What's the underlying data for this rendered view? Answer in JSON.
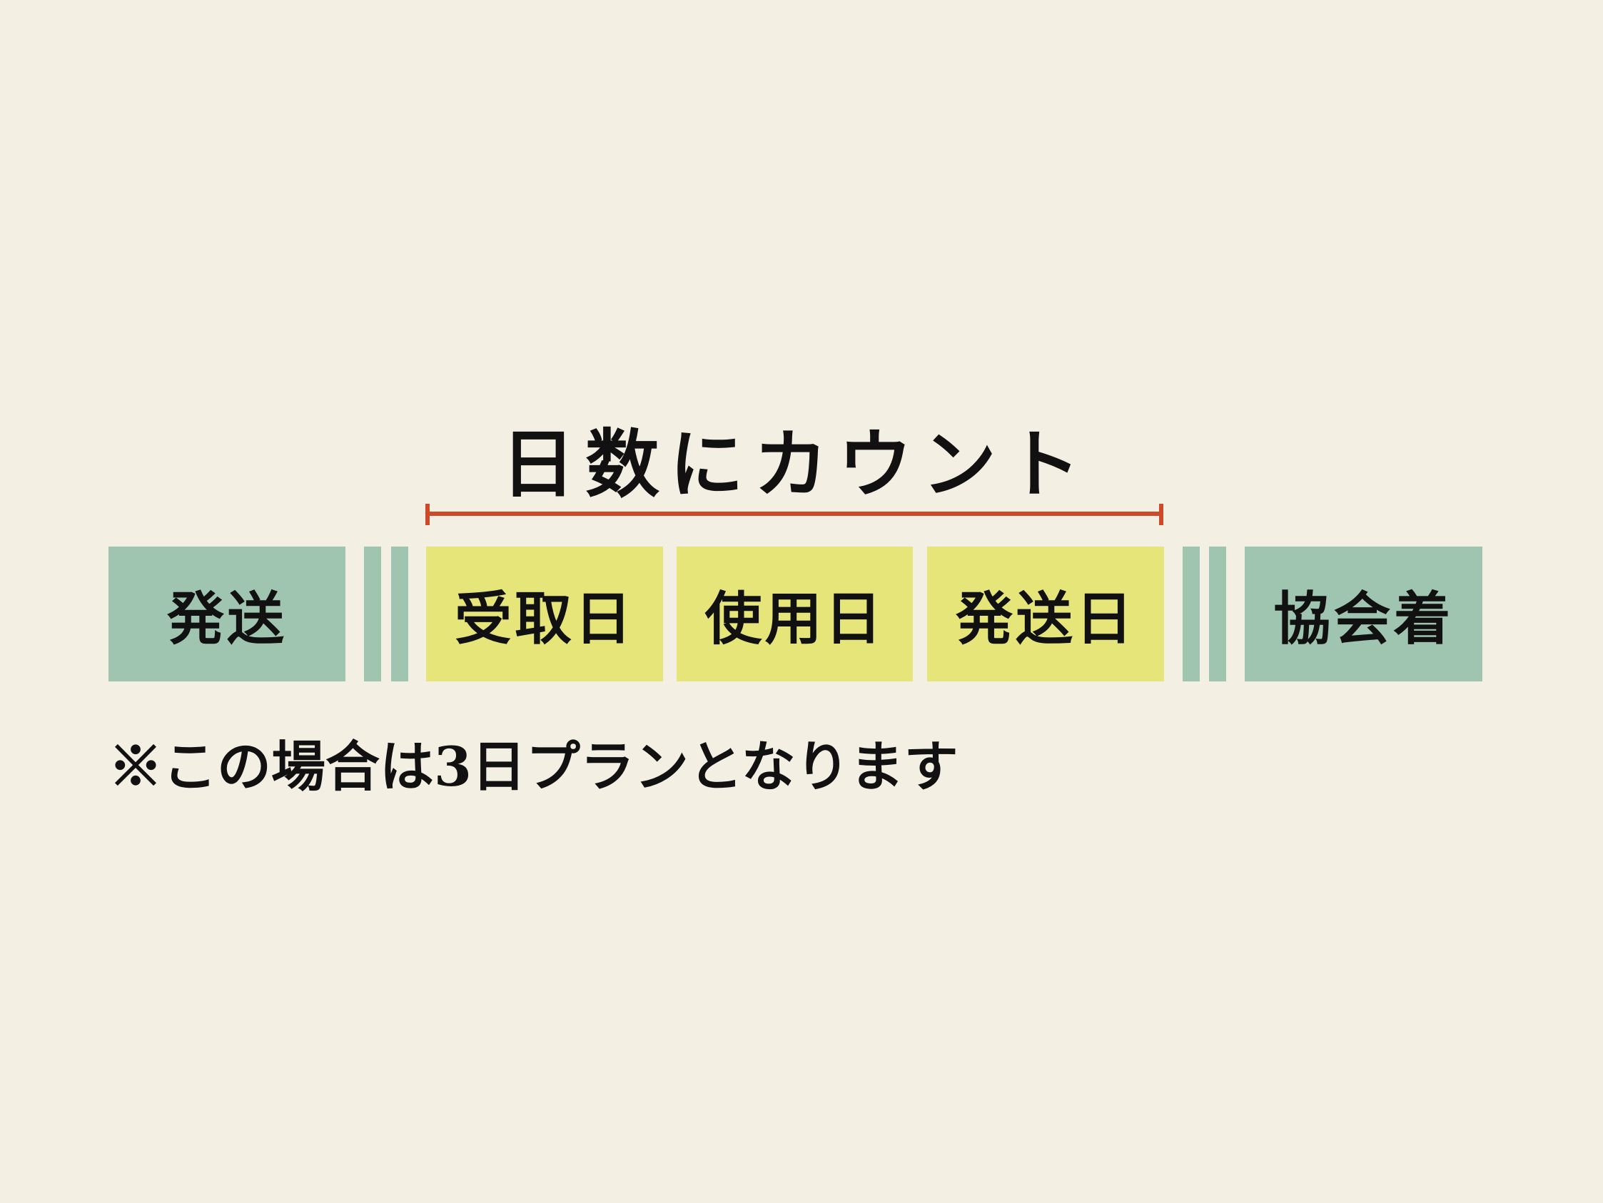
{
  "title": "日数にカウント",
  "colors": {
    "background": "#f3efe3",
    "transit": "#9fc5b0",
    "counted": "#e5e57a",
    "bracket": "#cc4a2a"
  },
  "timeline": [
    {
      "label": "発送",
      "type": "transit"
    },
    {
      "label": "受取日",
      "type": "counted"
    },
    {
      "label": "使用日",
      "type": "counted"
    },
    {
      "label": "発送日",
      "type": "counted"
    },
    {
      "label": "協会着",
      "type": "transit"
    }
  ],
  "note": "※この場合は3日プランとなります"
}
